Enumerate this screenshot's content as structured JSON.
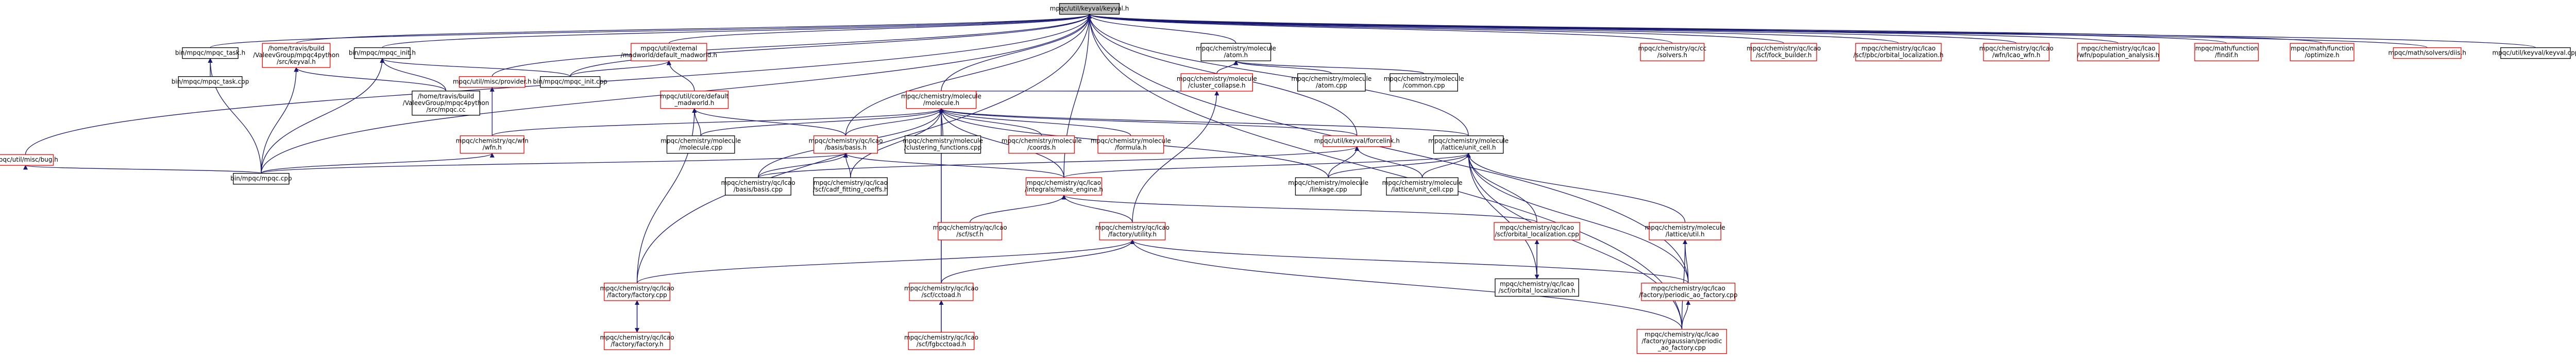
{
  "colors": {
    "edge": "#191970",
    "border_documented": "#000000",
    "border_undocumented": "#ff0000",
    "root_fill": "#bfbfbf",
    "background": "#ffffff"
  },
  "nodes": {
    "root": {
      "lines": [
        "mpqc/util/keyval/keyval.h"
      ],
      "style": "root"
    },
    "misc_bug_h": {
      "lines": [
        "mpqc/util/misc/bug.h"
      ],
      "style": "red"
    },
    "mpqc_task_h": {
      "lines": [
        "bin/mpqc/mpqc_task.h"
      ],
      "style": "black"
    },
    "mpqc_task_cpp": {
      "lines": [
        "bin/mpqc/mpqc_task.cpp"
      ],
      "style": "black"
    },
    "travis_keyval_h": {
      "lines": [
        "/home/travis/build",
        "/ValeevGroup/mpqc4python",
        "/src/keyval.h"
      ],
      "style": "red"
    },
    "mpqc_init_h": {
      "lines": [
        "bin/mpqc/mpqc_init.h"
      ],
      "style": "black"
    },
    "travis_mpqc_cc": {
      "lines": [
        "/home/travis/build",
        "/ValeevGroup/mpqc4python",
        "/src/mpqc.cc"
      ],
      "style": "black"
    },
    "mpqc_init_cpp": {
      "lines": [
        "bin/mpqc/mpqc_init.cpp"
      ],
      "style": "black"
    },
    "external_madworld_h": {
      "lines": [
        "mpqc/util/external",
        "/madworld/default_madworld.h"
      ],
      "style": "red"
    },
    "misc_provider_h": {
      "lines": [
        "mpqc/util/misc/provider.h"
      ],
      "style": "red"
    },
    "wfn_h": {
      "lines": [
        "mpqc/chemistry/qc/wfn",
        "/wfn.h"
      ],
      "style": "red"
    },
    "mpqc_cpp": {
      "lines": [
        "bin/mpqc/mpqc.cpp"
      ],
      "style": "black"
    },
    "core_madworld_h": {
      "lines": [
        "mpqc/util/core/default",
        "_madworld.h"
      ],
      "style": "red"
    },
    "molecule_h": {
      "lines": [
        "mpqc/chemistry/molecule",
        "/molecule.h"
      ],
      "style": "red"
    },
    "atom_h": {
      "lines": [
        "mpqc/chemistry/molecule",
        "/atom.h"
      ],
      "style": "black"
    },
    "cluster_collapse_h": {
      "lines": [
        "mpqc/chemistry/molecule",
        "/cluster_collapse.h"
      ],
      "style": "red"
    },
    "atom_cpp": {
      "lines": [
        "mpqc/chemistry/molecule",
        "/atom.cpp"
      ],
      "style": "black"
    },
    "common_cpp": {
      "lines": [
        "mpqc/chemistry/molecule",
        "/common.cpp"
      ],
      "style": "black"
    },
    "basis_h": {
      "lines": [
        "mpqc/chemistry/qc/lcao",
        "/basis/basis.h"
      ],
      "style": "red"
    },
    "molecule_cpp": {
      "lines": [
        "mpqc/chemistry/molecule",
        "/molecule.cpp"
      ],
      "style": "black"
    },
    "clustering_functions_cpp": {
      "lines": [
        "mpqc/chemistry/molecule",
        "/clustering_functions.cpp"
      ],
      "style": "black"
    },
    "coords_h": {
      "lines": [
        "mpqc/chemistry/molecule",
        "/coords.h"
      ],
      "style": "red"
    },
    "formula_h": {
      "lines": [
        "mpqc/chemistry/molecule",
        "/formula.h"
      ],
      "style": "red"
    },
    "forcelink_h": {
      "lines": [
        "mpqc/util/keyval/forcelink.h"
      ],
      "style": "red"
    },
    "lattice_unit_cell_h": {
      "lines": [
        "mpqc/chemistry/molecule",
        "/lattice/unit_cell.h"
      ],
      "style": "black"
    },
    "basis_cpp": {
      "lines": [
        "mpqc/chemistry/qc/lcao",
        "/basis/basis.cpp"
      ],
      "style": "black"
    },
    "adf_fitting_coeffs_h": {
      "lines": [
        "mpqc/chemistry/qc/lcao",
        "/scf/cadf_fitting_coeffs.h"
      ],
      "style": "black"
    },
    "make_engine_h": {
      "lines": [
        "mpqc/chemistry/qc/lcao",
        "/integrals/make_engine.h"
      ],
      "style": "red"
    },
    "linkage_cpp": {
      "lines": [
        "mpqc/chemistry/molecule",
        "/linkage.cpp"
      ],
      "style": "black"
    },
    "unit_cell_cpp": {
      "lines": [
        "mpqc/chemistry/molecule",
        "/lattice/unit_cell.cpp"
      ],
      "style": "black"
    },
    "scf_h": {
      "lines": [
        "mpqc/chemistry/qc/lcao",
        "/scf/scf.h"
      ],
      "style": "red"
    },
    "factory_utility_h": {
      "lines": [
        "mpqc/chemistry/qc/lcao",
        "/factory/utility.h"
      ],
      "style": "red"
    },
    "orbital_localization_cpp": {
      "lines": [
        "mpqc/chemistry/qc/lcao",
        "/scf/orbital_localization.cpp"
      ],
      "style": "red"
    },
    "lattice_util_h": {
      "lines": [
        "mpqc/chemistry/molecule",
        "/lattice/util.h"
      ],
      "style": "red"
    },
    "factory_cpp": {
      "lines": [
        "mpqc/chemistry/qc/lcao",
        "/factory/factory.cpp"
      ],
      "style": "red"
    },
    "cctoad_h": {
      "lines": [
        "mpqc/chemistry/qc/lcao",
        "/scf/cctoad.h"
      ],
      "style": "red"
    },
    "scf_orbital_localization_h": {
      "lines": [
        "mpqc/chemistry/qc/lcao",
        "/scf/orbital_localization.h"
      ],
      "style": "black"
    },
    "periodic_ao_factory_cpp": {
      "lines": [
        "mpqc/chemistry/qc/lcao",
        "/factory/periodic_ao_factory.cpp"
      ],
      "style": "red"
    },
    "factory_h": {
      "lines": [
        "mpqc/chemistry/qc/lcao",
        "/factory/factory.h"
      ],
      "style": "red"
    },
    "fgbcctoad_h": {
      "lines": [
        "mpqc/chemistry/qc/lcao",
        "/scf/fgbcctoad.h"
      ],
      "style": "red"
    },
    "gaussian_periodic_cpp": {
      "lines": [
        "mpqc/chemistry/qc/lcao",
        "/factory/gaussian/periodic",
        "_ao_factory.cpp"
      ],
      "style": "red"
    },
    "cc_solvers_h": {
      "lines": [
        "mpqc/chemistry/qc/cc",
        "/solvers.h"
      ],
      "style": "red"
    },
    "fock_builder_h": {
      "lines": [
        "mpqc/chemistry/qc/lcao",
        "/scf/fock_builder.h"
      ],
      "style": "red"
    },
    "pbc_orbital_localization_h": {
      "lines": [
        "mpqc/chemistry/qc/lcao",
        "/scf/pbc/orbital_localization.h"
      ],
      "style": "red"
    },
    "lcao_wfn_h": {
      "lines": [
        "mpqc/chemistry/qc/lcao",
        "/wfn/lcao_wfn.h"
      ],
      "style": "red"
    },
    "population_analysis_h": {
      "lines": [
        "mpqc/chemistry/qc/lcao",
        "/wfn/population_analysis.h"
      ],
      "style": "red"
    },
    "findif_h": {
      "lines": [
        "mpqc/math/function",
        "/findif.h"
      ],
      "style": "red"
    },
    "optimize_h": {
      "lines": [
        "mpqc/math/function",
        "/optimize.h"
      ],
      "style": "red"
    },
    "diis_h": {
      "lines": [
        "mpqc/math/solvers/diis.h"
      ],
      "style": "red"
    },
    "keyval_cpp": {
      "lines": [
        "mpqc/util/keyval/keyval.cpp"
      ],
      "style": "black"
    }
  },
  "edges": [
    [
      "misc_bug_h",
      "root"
    ],
    [
      "mpqc_task_h",
      "root"
    ],
    [
      "travis_keyval_h",
      "root"
    ],
    [
      "mpqc_init_h",
      "root"
    ],
    [
      "external_madworld_h",
      "root"
    ],
    [
      "misc_provider_h",
      "root"
    ],
    [
      "mpqc_cpp",
      "root"
    ],
    [
      "mpqc_init_cpp",
      "root"
    ],
    [
      "molecule_h",
      "root"
    ],
    [
      "atom_h",
      "root"
    ],
    [
      "basis_h",
      "root"
    ],
    [
      "forcelink_h",
      "root"
    ],
    [
      "lattice_unit_cell_h",
      "root"
    ],
    [
      "cc_solvers_h",
      "root"
    ],
    [
      "fock_builder_h",
      "root"
    ],
    [
      "pbc_orbital_localization_h",
      "root"
    ],
    [
      "lcao_wfn_h",
      "root"
    ],
    [
      "population_analysis_h",
      "root"
    ],
    [
      "findif_h",
      "root"
    ],
    [
      "optimize_h",
      "root"
    ],
    [
      "diis_h",
      "root"
    ],
    [
      "keyval_cpp",
      "root"
    ],
    [
      "factory_cpp",
      "root"
    ],
    [
      "periodic_ao_factory_cpp",
      "root"
    ],
    [
      "gaussian_periodic_cpp",
      "root"
    ],
    [
      "make_engine_h",
      "root"
    ],
    [
      "mpqc_cpp",
      "misc_bug_h"
    ],
    [
      "mpqc_task_cpp",
      "mpqc_task_h"
    ],
    [
      "mpqc_cpp",
      "mpqc_task_h"
    ],
    [
      "travis_mpqc_cc",
      "travis_keyval_h"
    ],
    [
      "travis_mpqc_cc",
      "mpqc_init_h"
    ],
    [
      "mpqc_init_cpp",
      "mpqc_init_h"
    ],
    [
      "mpqc_cpp",
      "mpqc_init_h"
    ],
    [
      "core_madworld_h",
      "external_madworld_h"
    ],
    [
      "mpqc_init_cpp",
      "external_madworld_h"
    ],
    [
      "wfn_h",
      "misc_provider_h"
    ],
    [
      "mpqc_cpp",
      "wfn_h"
    ],
    [
      "wfn_h",
      "molecule_h"
    ],
    [
      "basis_h",
      "molecule_h"
    ],
    [
      "molecule_cpp",
      "molecule_h"
    ],
    [
      "clustering_functions_cpp",
      "molecule_h"
    ],
    [
      "coords_h",
      "molecule_h"
    ],
    [
      "formula_h",
      "molecule_h"
    ],
    [
      "forcelink_h",
      "molecule_h"
    ],
    [
      "lattice_unit_cell_h",
      "molecule_h"
    ],
    [
      "linkage_cpp",
      "molecule_h"
    ],
    [
      "make_engine_h",
      "molecule_h"
    ],
    [
      "basis_cpp",
      "molecule_h"
    ],
    [
      "adf_fitting_coeffs_h",
      "molecule_h"
    ],
    [
      "cctoad_h",
      "molecule_h"
    ],
    [
      "fgbcctoad_h",
      "molecule_h"
    ],
    [
      "cluster_collapse_h",
      "atom_h"
    ],
    [
      "atom_cpp",
      "atom_h"
    ],
    [
      "common_cpp",
      "atom_h"
    ],
    [
      "molecule_h",
      "cluster_collapse_h"
    ],
    [
      "basis_h",
      "core_madworld_h"
    ],
    [
      "molecule_cpp",
      "core_madworld_h"
    ],
    [
      "factory_cpp",
      "core_madworld_h"
    ],
    [
      "basis_cpp",
      "basis_h"
    ],
    [
      "adf_fitting_coeffs_h",
      "basis_h"
    ],
    [
      "make_engine_h",
      "basis_h"
    ],
    [
      "mpqc_cpp",
      "basis_h"
    ],
    [
      "linkage_cpp",
      "forcelink_h"
    ],
    [
      "unit_cell_cpp",
      "forcelink_h"
    ],
    [
      "basis_cpp",
      "forcelink_h"
    ],
    [
      "make_engine_h",
      "lattice_unit_cell_h"
    ],
    [
      "linkage_cpp",
      "lattice_unit_cell_h"
    ],
    [
      "unit_cell_cpp",
      "lattice_unit_cell_h"
    ],
    [
      "orbital_localization_cpp",
      "lattice_unit_cell_h"
    ],
    [
      "lattice_util_h",
      "lattice_unit_cell_h"
    ],
    [
      "periodic_ao_factory_cpp",
      "lattice_unit_cell_h"
    ],
    [
      "gaussian_periodic_cpp",
      "lattice_unit_cell_h"
    ],
    [
      "scf_orbital_localization_h",
      "lattice_unit_cell_h"
    ],
    [
      "scf_h",
      "make_engine_h"
    ],
    [
      "factory_utility_h",
      "make_engine_h"
    ],
    [
      "orbital_localization_cpp",
      "make_engine_h"
    ],
    [
      "factory_cpp",
      "factory_utility_h"
    ],
    [
      "cctoad_h",
      "factory_utility_h"
    ],
    [
      "periodic_ao_factory_cpp",
      "factory_utility_h"
    ],
    [
      "gaussian_periodic_cpp",
      "factory_utility_h"
    ],
    [
      "factory_utility_h",
      "cluster_collapse_h"
    ],
    [
      "scf_orbital_localization_h",
      "orbital_localization_cpp"
    ],
    [
      "orbital_localization_cpp",
      "scf_orbital_localization_h"
    ],
    [
      "periodic_ao_factory_cpp",
      "lattice_util_h"
    ],
    [
      "gaussian_periodic_cpp",
      "lattice_util_h"
    ],
    [
      "factory_h",
      "factory_cpp"
    ],
    [
      "factory_cpp",
      "factory_h"
    ],
    [
      "fgbcctoad_h",
      "cctoad_h"
    ],
    [
      "gaussian_periodic_cpp",
      "periodic_ao_factory_cpp"
    ],
    [
      "mpqc_cpp",
      "travis_keyval_h"
    ]
  ]
}
